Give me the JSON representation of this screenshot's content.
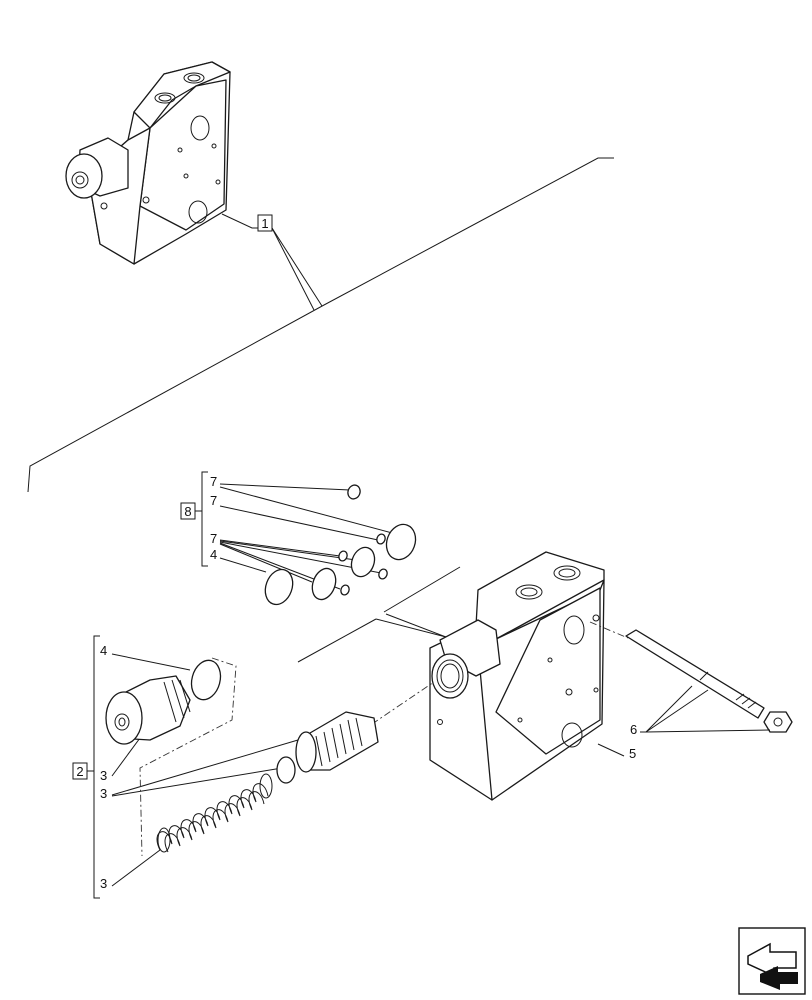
{
  "callouts": {
    "c1": "1",
    "c2": "2",
    "c3a": "3",
    "c3b": "3",
    "c3c": "3",
    "c4a": "4",
    "c4b": "4",
    "c5": "5",
    "c6": "6",
    "c7a": "7",
    "c7b": "7",
    "c7c": "7",
    "c8": "8"
  },
  "icons": {
    "nav": "next-page-arrow-icon"
  }
}
